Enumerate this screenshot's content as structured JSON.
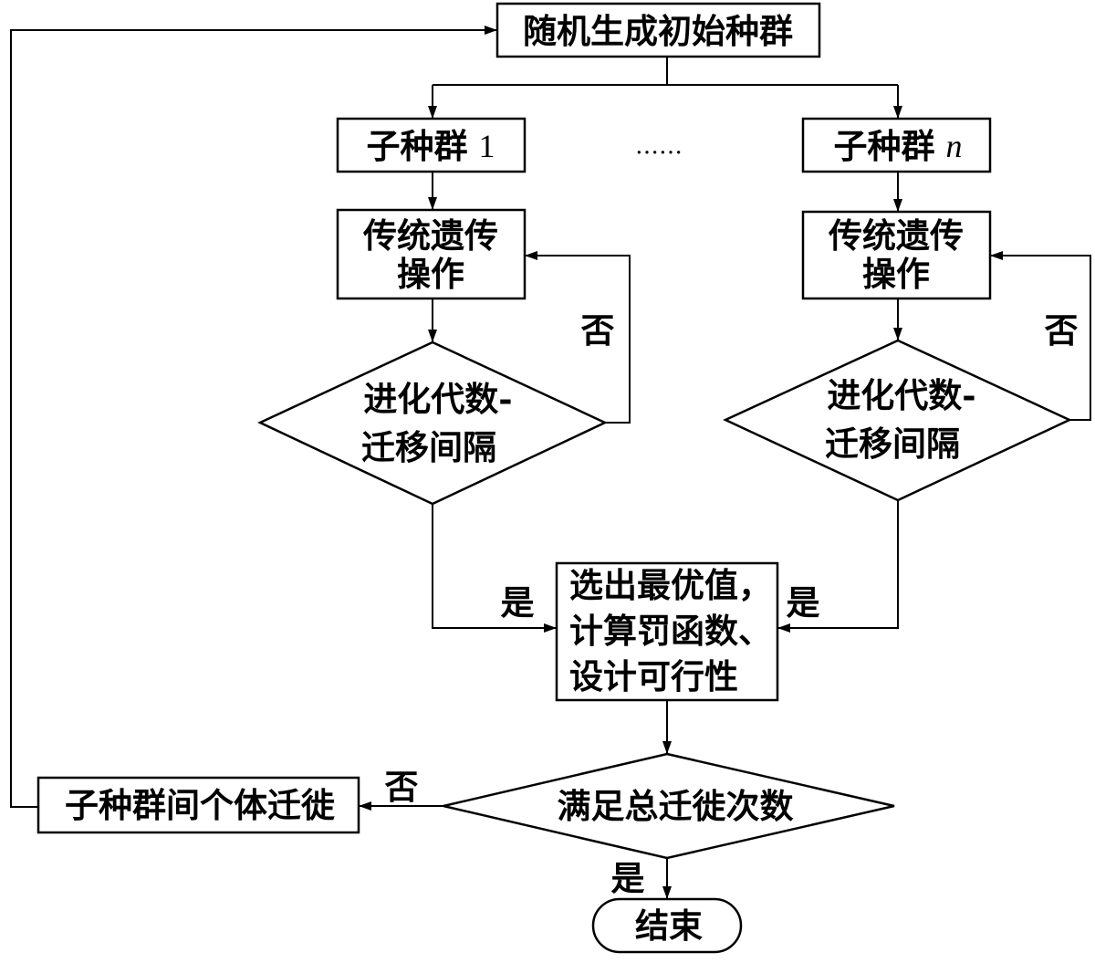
{
  "nodes": {
    "init": "随机生成初始种群",
    "sub1": {
      "prefix": "子种群",
      "index": "1"
    },
    "dots": "……",
    "subn": {
      "prefix": "子种群",
      "index": "n"
    },
    "ga_left": [
      "传统遗传",
      "操作"
    ],
    "ga_right": [
      "传统遗传",
      "操作"
    ],
    "check_left": [
      "进化代数-",
      "迁移间隔"
    ],
    "check_right": [
      "进化代数-",
      "迁移间隔"
    ],
    "select": [
      "选出最优值，",
      "计算罚函数、",
      "设计可行性"
    ],
    "total": "满足总迁徙次数",
    "migrate": "子种群间个体迁徙",
    "end": "结束"
  },
  "edges": {
    "left_no": "否",
    "right_no": "否",
    "left_yes": "是",
    "right_yes": "是",
    "total_no": "否",
    "total_yes": "是"
  }
}
